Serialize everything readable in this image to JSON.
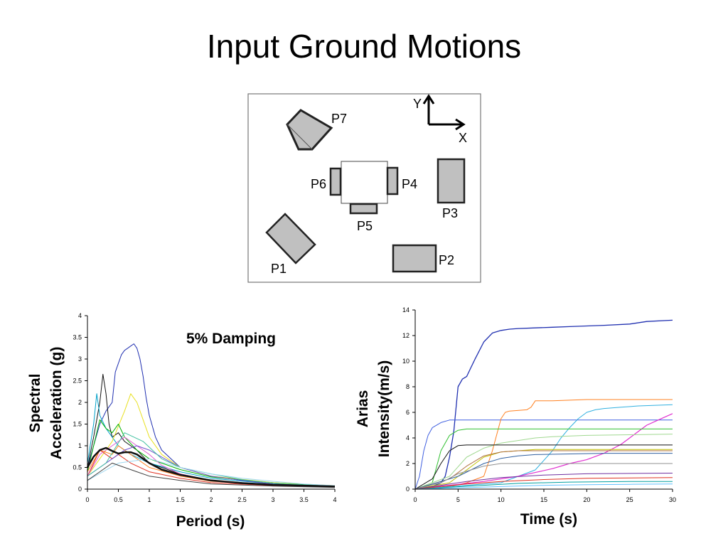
{
  "slide": {
    "title": "Input Ground Motions"
  },
  "diagram": {
    "labels": {
      "y_axis": "Y",
      "x_axis": "X",
      "p1": "P1",
      "p2": "P2",
      "p3": "P3",
      "p4": "P4",
      "p5": "P5",
      "p6": "P6",
      "p7": "P7"
    }
  },
  "chart_data": [
    {
      "type": "line",
      "title": "5% Damping",
      "xlabel": "Period (s)",
      "ylabel_lines": [
        "Spectral",
        "Acceleration (g)"
      ],
      "xlim": [
        0,
        4
      ],
      "ylim": [
        0,
        4
      ],
      "xticks": [
        "0",
        "0.5",
        "1",
        "1.5",
        "2",
        "2.5",
        "3",
        "3.5",
        "4"
      ],
      "yticks": [
        "0",
        "0.5",
        "1",
        "1.5",
        "2",
        "2.5",
        "3",
        "3.5",
        "4"
      ],
      "grid": false,
      "series": [
        {
          "color": "#1f2fb0",
          "width": 1,
          "x": [
            0,
            0.1,
            0.2,
            0.3,
            0.4,
            0.45,
            0.5,
            0.55,
            0.6,
            0.65,
            0.7,
            0.75,
            0.8,
            0.85,
            0.9,
            0.95,
            1.0,
            1.1,
            1.2,
            1.5,
            2,
            2.5,
            3,
            3.5,
            4
          ],
          "y": [
            0.5,
            1.0,
            1.5,
            1.8,
            2.0,
            2.7,
            2.9,
            3.1,
            3.2,
            3.25,
            3.3,
            3.35,
            3.25,
            3.0,
            2.6,
            2.1,
            1.7,
            1.2,
            0.9,
            0.5,
            0.3,
            0.2,
            0.15,
            0.1,
            0.08
          ]
        },
        {
          "color": "#111111",
          "width": 1,
          "x": [
            0,
            0.1,
            0.2,
            0.25,
            0.3,
            0.35,
            0.4,
            0.5,
            0.6,
            0.8,
            1.0,
            1.5,
            2,
            3,
            4
          ],
          "y": [
            0.5,
            1.2,
            2.0,
            2.65,
            2.2,
            1.5,
            1.2,
            1.3,
            1.1,
            0.9,
            0.6,
            0.35,
            0.2,
            0.1,
            0.06
          ]
        },
        {
          "color": "#00a0c8",
          "width": 1,
          "x": [
            0,
            0.1,
            0.15,
            0.2,
            0.3,
            0.4,
            0.5,
            0.7,
            1.0,
            1.5,
            2,
            3,
            4
          ],
          "y": [
            0.6,
            1.5,
            2.2,
            1.7,
            1.4,
            1.2,
            1.0,
            0.8,
            0.6,
            0.4,
            0.25,
            0.12,
            0.07
          ]
        },
        {
          "color": "#e8e020",
          "width": 1,
          "x": [
            0,
            0.2,
            0.4,
            0.6,
            0.7,
            0.8,
            0.9,
            1.0,
            1.2,
            1.5,
            2,
            3,
            4
          ],
          "y": [
            0.3,
            0.7,
            1.1,
            1.8,
            2.2,
            2.0,
            1.6,
            1.2,
            0.8,
            0.5,
            0.3,
            0.15,
            0.08
          ]
        },
        {
          "color": "#00b000",
          "width": 1,
          "x": [
            0,
            0.1,
            0.2,
            0.3,
            0.4,
            0.5,
            0.6,
            0.8,
            1.0,
            1.5,
            2,
            3,
            4
          ],
          "y": [
            0.4,
            1.0,
            1.6,
            1.4,
            1.3,
            1.5,
            1.2,
            0.9,
            0.7,
            0.45,
            0.28,
            0.14,
            0.07
          ]
        },
        {
          "color": "#e03020",
          "width": 1,
          "x": [
            0,
            0.1,
            0.2,
            0.3,
            0.4,
            0.5,
            0.7,
            1.0,
            1.5,
            2,
            3,
            4
          ],
          "y": [
            0.3,
            0.6,
            0.9,
            0.8,
            0.7,
            0.8,
            0.6,
            0.4,
            0.25,
            0.15,
            0.08,
            0.05
          ]
        },
        {
          "color": "#e060d0",
          "width": 1,
          "x": [
            0,
            0.2,
            0.4,
            0.6,
            0.8,
            1.0,
            1.2,
            1.5,
            2,
            2.5,
            3,
            4
          ],
          "y": [
            0.3,
            0.8,
            1.0,
            1.2,
            1.0,
            0.8,
            0.55,
            0.35,
            0.2,
            0.14,
            0.09,
            0.05
          ]
        },
        {
          "color": "#ff8020",
          "width": 1,
          "x": [
            0,
            0.2,
            0.4,
            0.5,
            0.6,
            0.8,
            1.0,
            1.5,
            2,
            3,
            4
          ],
          "y": [
            0.4,
            0.9,
            0.8,
            1.0,
            0.9,
            0.7,
            0.5,
            0.3,
            0.18,
            0.1,
            0.06
          ]
        },
        {
          "color": "#7050d0",
          "width": 1,
          "x": [
            0,
            0.2,
            0.4,
            0.6,
            0.8,
            1.0,
            1.5,
            2,
            2.5,
            3,
            4
          ],
          "y": [
            0.3,
            0.5,
            0.7,
            0.9,
            1.0,
            0.9,
            0.5,
            0.3,
            0.2,
            0.12,
            0.07
          ]
        },
        {
          "color": "#40c0a0",
          "width": 1,
          "x": [
            0,
            0.3,
            0.6,
            0.9,
            1.2,
            1.5,
            2,
            2.5,
            3,
            3.5,
            4
          ],
          "y": [
            0.3,
            0.6,
            1.3,
            1.1,
            0.7,
            0.5,
            0.35,
            0.22,
            0.14,
            0.1,
            0.07
          ]
        },
        {
          "color": "#a0d8f0",
          "width": 1,
          "x": [
            0,
            0.5,
            1.0,
            1.5,
            2,
            2.5,
            3,
            3.5,
            4
          ],
          "y": [
            0.2,
            0.6,
            0.7,
            0.5,
            0.35,
            0.25,
            0.18,
            0.12,
            0.08
          ]
        },
        {
          "color": "#404040",
          "width": 1,
          "x": [
            0,
            0.2,
            0.4,
            0.6,
            0.8,
            1.0,
            1.5,
            2,
            3,
            4
          ],
          "y": [
            0.2,
            0.4,
            0.6,
            0.5,
            0.4,
            0.3,
            0.2,
            0.12,
            0.07,
            0.04
          ]
        },
        {
          "color": "#111111",
          "width": 2.5,
          "x": [
            0,
            0.1,
            0.2,
            0.3,
            0.4,
            0.5,
            0.6,
            0.7,
            0.8,
            0.9,
            1.0,
            1.2,
            1.5,
            2.0,
            2.5,
            3.0,
            3.5,
            4.0
          ],
          "y": [
            0.5,
            0.75,
            0.9,
            0.95,
            0.88,
            0.82,
            0.85,
            0.85,
            0.8,
            0.7,
            0.6,
            0.45,
            0.33,
            0.2,
            0.14,
            0.1,
            0.08,
            0.06
          ]
        }
      ]
    },
    {
      "type": "line",
      "xlabel": "Time (s)",
      "ylabel_lines": [
        "Arias",
        "Intensity(m/s)"
      ],
      "xlim": [
        0,
        30
      ],
      "ylim": [
        0,
        14
      ],
      "xticks": [
        "0",
        "5",
        "10",
        "15",
        "20",
        "25",
        "30"
      ],
      "yticks": [
        "0",
        "2",
        "4",
        "6",
        "8",
        "10",
        "12",
        "14"
      ],
      "grid": false,
      "series": [
        {
          "color": "#1f2fb0",
          "width": 1.3,
          "x": [
            0,
            2,
            3,
            3.5,
            4,
            4.5,
            5,
            5.5,
            6,
            6.5,
            7,
            8,
            9,
            10,
            11,
            12,
            14,
            16,
            18,
            20,
            22,
            25,
            27,
            30
          ],
          "y": [
            0,
            0.2,
            0.5,
            1.0,
            2.5,
            4.5,
            8.0,
            8.6,
            8.8,
            9.5,
            10.2,
            11.5,
            12.2,
            12.4,
            12.5,
            12.55,
            12.6,
            12.65,
            12.7,
            12.75,
            12.8,
            12.9,
            13.1,
            13.2
          ]
        },
        {
          "color": "#4060e0",
          "width": 1,
          "x": [
            0,
            0.5,
            1,
            1.5,
            2,
            3,
            4,
            30
          ],
          "y": [
            0,
            1.0,
            3.0,
            4.2,
            4.8,
            5.2,
            5.4,
            5.4
          ]
        },
        {
          "color": "#ff8020",
          "width": 1,
          "x": [
            0,
            4,
            6,
            8,
            9,
            10,
            10.5,
            11,
            13,
            13.5,
            14,
            16,
            18,
            20,
            22,
            25,
            30
          ],
          "y": [
            0,
            0.2,
            0.5,
            1.0,
            3.0,
            5.5,
            6.0,
            6.1,
            6.2,
            6.4,
            6.9,
            6.9,
            6.95,
            7.0,
            7.0,
            7.0,
            7.0
          ]
        },
        {
          "color": "#30b0e0",
          "width": 1,
          "x": [
            0,
            10,
            12,
            14,
            16,
            17,
            18,
            19,
            20,
            21,
            22,
            24,
            26,
            28,
            30
          ],
          "y": [
            0,
            0.5,
            1.0,
            1.5,
            3.0,
            4.0,
            4.8,
            5.5,
            6.0,
            6.2,
            6.3,
            6.4,
            6.5,
            6.55,
            6.6
          ]
        },
        {
          "color": "#e030d0",
          "width": 1.2,
          "x": [
            0,
            4,
            8,
            12,
            14,
            16,
            18,
            20,
            22,
            24,
            25,
            26,
            27,
            28,
            29,
            30
          ],
          "y": [
            0,
            0.3,
            0.6,
            1.0,
            1.3,
            1.6,
            2.0,
            2.3,
            2.8,
            3.5,
            4.0,
            4.5,
            5.0,
            5.3,
            5.6,
            5.9
          ]
        },
        {
          "color": "#30c030",
          "width": 1,
          "x": [
            0,
            2,
            3,
            4,
            5,
            6,
            30
          ],
          "y": [
            0,
            0.5,
            3.0,
            4.2,
            4.6,
            4.7,
            4.7
          ]
        },
        {
          "color": "#a0d890",
          "width": 1,
          "x": [
            0,
            4,
            6,
            8,
            10,
            12,
            14,
            16,
            20,
            25,
            30
          ],
          "y": [
            0,
            1.0,
            2.5,
            3.2,
            3.6,
            3.8,
            4.0,
            4.1,
            4.2,
            4.25,
            4.3
          ]
        },
        {
          "color": "#111111",
          "width": 1,
          "x": [
            0,
            2,
            3,
            4,
            5,
            6,
            30
          ],
          "y": [
            0,
            0.8,
            2.0,
            3.0,
            3.4,
            3.45,
            3.45
          ]
        },
        {
          "color": "#c0c000",
          "width": 1,
          "x": [
            0,
            4,
            6,
            8,
            10,
            12,
            14,
            30
          ],
          "y": [
            0,
            0.5,
            1.5,
            2.5,
            2.9,
            3.0,
            3.1,
            3.1
          ]
        },
        {
          "color": "#b07040",
          "width": 1,
          "x": [
            0,
            4,
            6,
            8,
            10,
            12,
            30
          ],
          "y": [
            0,
            0.8,
            1.8,
            2.6,
            2.9,
            3.0,
            3.0
          ]
        },
        {
          "color": "#3060a0",
          "width": 1,
          "x": [
            0,
            5,
            8,
            10,
            12,
            14,
            18,
            22,
            26,
            30
          ],
          "y": [
            0,
            1.0,
            2.0,
            2.4,
            2.6,
            2.7,
            2.75,
            2.8,
            2.8,
            2.8
          ]
        },
        {
          "color": "#909090",
          "width": 1,
          "x": [
            0,
            3,
            5,
            8,
            10,
            12,
            30
          ],
          "y": [
            0,
            0.5,
            1.2,
            1.8,
            2.0,
            2.0,
            2.0
          ]
        },
        {
          "color": "#7030a0",
          "width": 1,
          "x": [
            0,
            3,
            6,
            10,
            15,
            20,
            30
          ],
          "y": [
            0,
            0.3,
            0.6,
            0.9,
            1.1,
            1.2,
            1.25
          ]
        },
        {
          "color": "#e03020",
          "width": 1,
          "x": [
            0,
            3,
            6,
            10,
            15,
            20,
            30
          ],
          "y": [
            0,
            0.2,
            0.4,
            0.6,
            0.75,
            0.85,
            0.9
          ]
        },
        {
          "color": "#00a0a0",
          "width": 1,
          "x": [
            0,
            4,
            8,
            12,
            18,
            25,
            30
          ],
          "y": [
            0,
            0.15,
            0.3,
            0.45,
            0.55,
            0.6,
            0.6
          ]
        },
        {
          "color": "#60c0ff",
          "width": 1,
          "x": [
            0,
            5,
            10,
            15,
            20,
            25,
            30
          ],
          "y": [
            0,
            0.1,
            0.2,
            0.3,
            0.35,
            0.38,
            0.4
          ]
        }
      ]
    }
  ]
}
